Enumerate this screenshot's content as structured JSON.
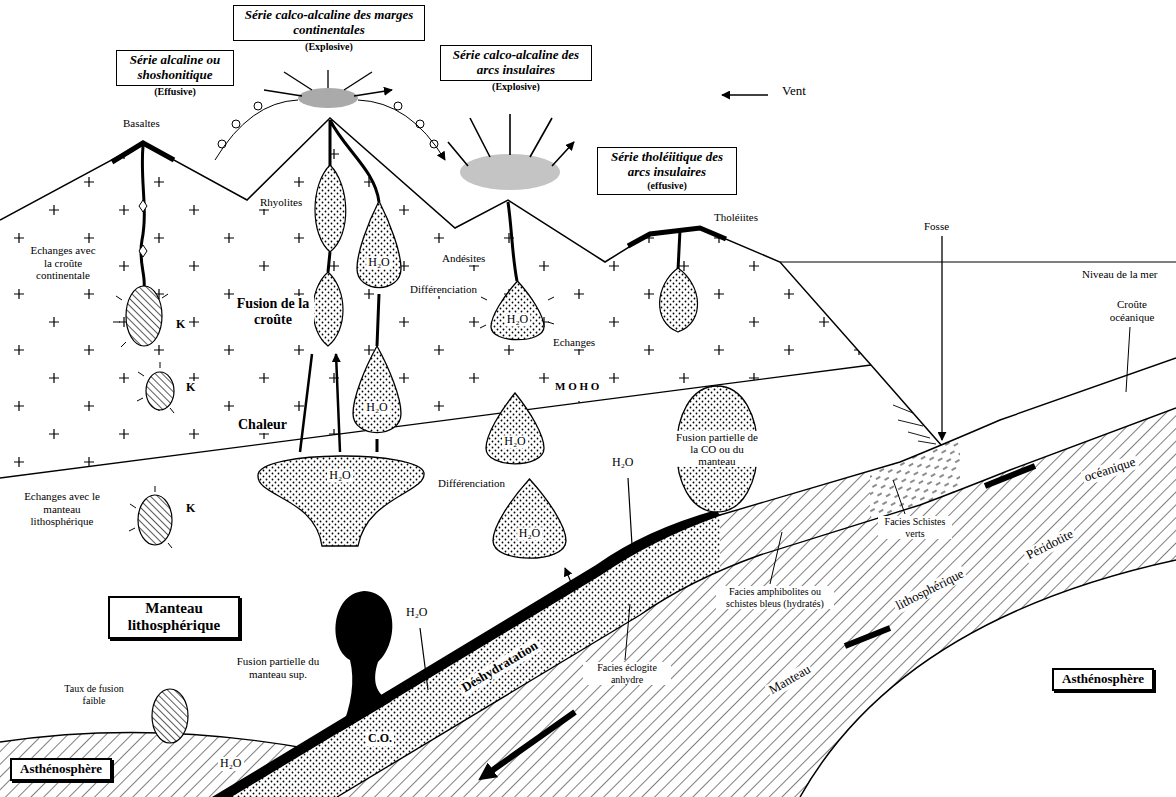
{
  "diagram": {
    "nodes": [
      {
        "text": [
          "Série calco-alcaline des marges continentales",
          "(Explosive)"
        ]
      },
      {
        "text": [
          "Série alcaline ou shoshonitique",
          "(Effusive)"
        ]
      },
      {
        "text": [
          "Série calco-alcaline des arcs insulaires",
          "(Explosive)"
        ]
      },
      {
        "text": [
          "Série tholéiitique des arcs insulaires",
          "(effusive)"
        ]
      },
      {
        "text": [
          "H₂O"
        ]
      },
      {
        "text": [
          "H₂O"
        ]
      },
      {
        "text": [
          "H₂O"
        ]
      },
      {
        "text": [
          "H₂O"
        ]
      },
      {
        "text": [
          "H₂O"
        ]
      },
      {
        "text": [
          "H₂O"
        ]
      },
      {
        "text": [
          "Fusion partielle de la CO ou du manteau"
        ]
      },
      {
        "text": [
          "Manteau lithosphérique"
        ]
      },
      {
        "text": [
          "Asthénosphère"
        ]
      },
      {
        "text": [
          "Asthénosphère"
        ]
      }
    ],
    "labels": [
      "Vent",
      "Basaltes",
      "Rhyolites",
      "Echanges avec la croûte continentale",
      "K",
      "Fusion de la croûte",
      "Différenciation",
      "Andésites",
      "Tholéiites",
      "Fosse",
      "Niveau de la mer",
      "Echanges",
      "K",
      "Croûte océanique",
      "M O H O",
      "Chaleur",
      "Différenciation",
      "H₂O",
      "Echanges avec le manteau lithosphérique",
      "K",
      "Facies Schistes verts",
      "océanique",
      "lithosphérique",
      "Péridotite",
      "Facies amphibolites ou schistes bleus (hydratés)",
      "Facies éclogite anhydre",
      "H₂O",
      "Déshydratation",
      "Fusion partielle du manteau sup.",
      "Manteau",
      "Taux de fusion faible",
      "C.O.",
      "H₂O"
    ]
  }
}
